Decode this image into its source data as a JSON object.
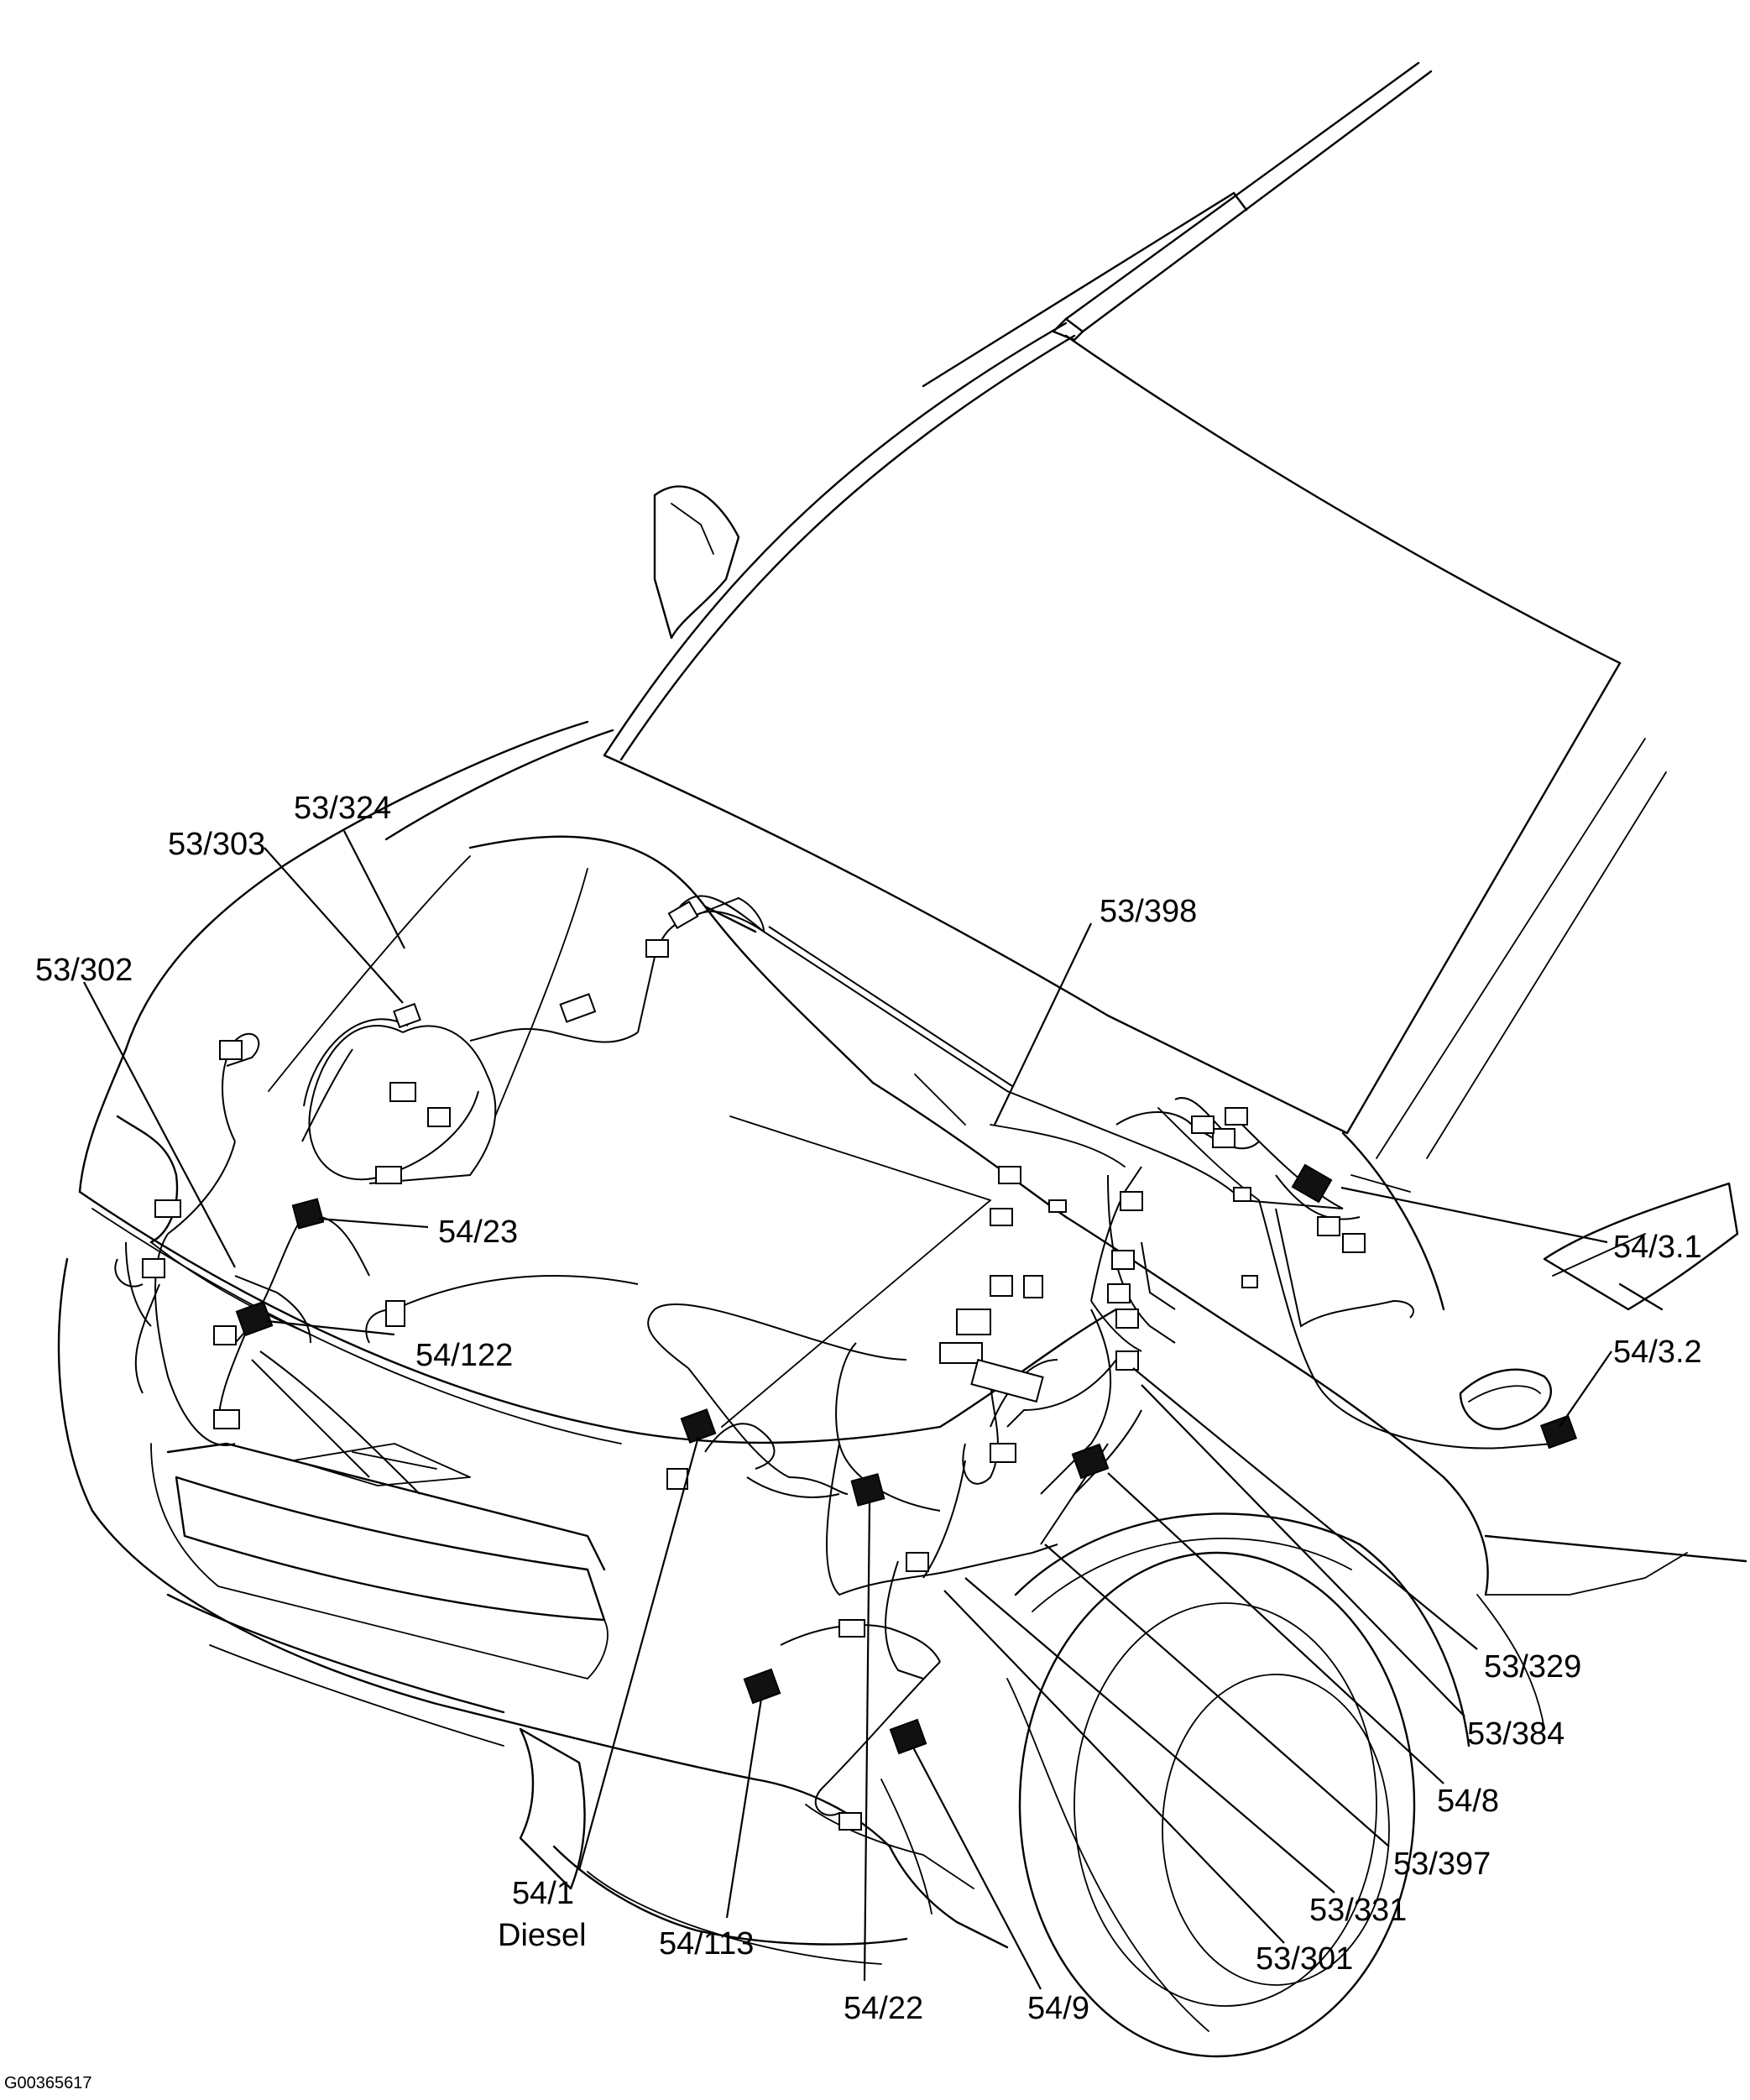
{
  "figure_id": "G00365617",
  "labels": {
    "l53_324": "53/324",
    "l53_303": "53/303",
    "l53_302": "53/302",
    "l53_398": "53/398",
    "l54_23": "54/23",
    "l54_122": "54/122",
    "l54_3_1": "54/3.1",
    "l54_3_2": "54/3.2",
    "l53_329": "53/329",
    "l53_384": "53/384",
    "l54_8": "54/8",
    "l53_397": "53/397",
    "l53_331": "53/331",
    "l53_301": "53/301",
    "l54_9": "54/9",
    "l54_22": "54/22",
    "l54_113": "54/113",
    "l54_1": "54/1",
    "l54_1_note": "Diesel"
  }
}
